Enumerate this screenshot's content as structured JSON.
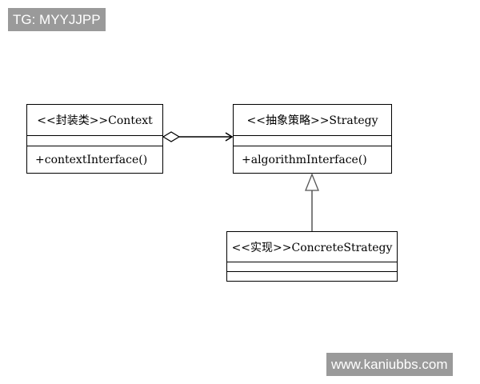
{
  "watermarks": {
    "top": "TG: MYYJJPP",
    "bottom": "www.kaniubbs.com"
  },
  "classes": {
    "context": {
      "name": "<<封装类>>Context",
      "operations": [
        "+contextInterface()"
      ]
    },
    "strategy": {
      "name": "<<抽象策略>>Strategy",
      "operations": [
        "+algorithmInterface()"
      ]
    },
    "concrete": {
      "name": "<<实现>>ConcreteStrategy",
      "operations": []
    }
  },
  "relations": {
    "aggregation": {
      "from": "context",
      "to": "strategy",
      "kind": "aggregation"
    },
    "generalization": {
      "from": "concrete",
      "to": "strategy",
      "kind": "generalization"
    }
  }
}
